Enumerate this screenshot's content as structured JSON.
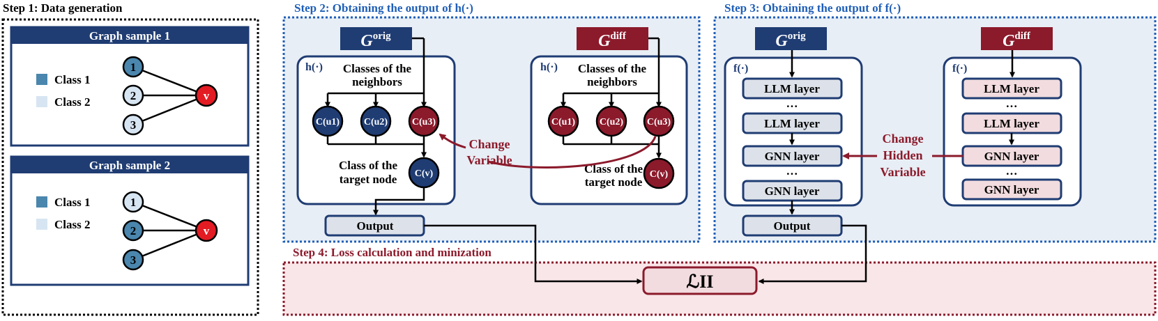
{
  "colors": {
    "navy": "#1f3c73",
    "crimson": "#8b1a2b",
    "class1": "#4a86ad",
    "class2": "#d7e5f2",
    "panel_blue": "#e8eef5",
    "panel_pink": "#f9e6e8",
    "layer_gray": "#dde2ea",
    "layer_pink": "#f2dcdf",
    "red_node": "#e31b23"
  },
  "step1": {
    "title": "Step 1: Data generation",
    "samples": [
      {
        "title": "Graph sample 1",
        "legend": [
          {
            "label": "Class 1",
            "color": "#4a86ad"
          },
          {
            "label": "Class 2",
            "color": "#d7e5f2"
          }
        ],
        "nodes": [
          {
            "label": "1",
            "class": "class1"
          },
          {
            "label": "2",
            "class": "class2"
          },
          {
            "label": "3",
            "class": "class2"
          }
        ],
        "target": "v"
      },
      {
        "title": "Graph sample 2",
        "legend": [
          {
            "label": "Class 1",
            "color": "#4a86ad"
          },
          {
            "label": "Class 2",
            "color": "#d7e5f2"
          }
        ],
        "nodes": [
          {
            "label": "1",
            "class": "class2"
          },
          {
            "label": "2",
            "class": "class1"
          },
          {
            "label": "3",
            "class": "class1"
          }
        ],
        "target": "v"
      }
    ]
  },
  "step2": {
    "title": "Step 2: Obtaining the output of h(·)",
    "g_orig": {
      "base": "G",
      "sup": "orig"
    },
    "g_diff": {
      "base": "G",
      "sup": "diff"
    },
    "h_label": "h(·)",
    "neighbors_title": [
      "Classes of the",
      "neighbors"
    ],
    "target_title": [
      "Class of the",
      "target node"
    ],
    "neighbor_nodes": [
      "C(u1)",
      "C(u2)",
      "C(u3)"
    ],
    "target_node": "C(v)",
    "change_label": [
      "Change",
      "Variable"
    ],
    "output_label": "Output"
  },
  "step3": {
    "title": "Step 3: Obtaining the output of f(·)",
    "f_label": "f(·)",
    "layers": [
      "LLM layer",
      "···",
      "LLM layer",
      "GNN layer",
      "···",
      "GNN layer"
    ],
    "change_label": [
      "Change",
      "Hidden",
      "Variable"
    ],
    "output_label": "Output"
  },
  "step4": {
    "title": "Step 4: Loss calculation and minization",
    "loss_label": "ℒII"
  }
}
